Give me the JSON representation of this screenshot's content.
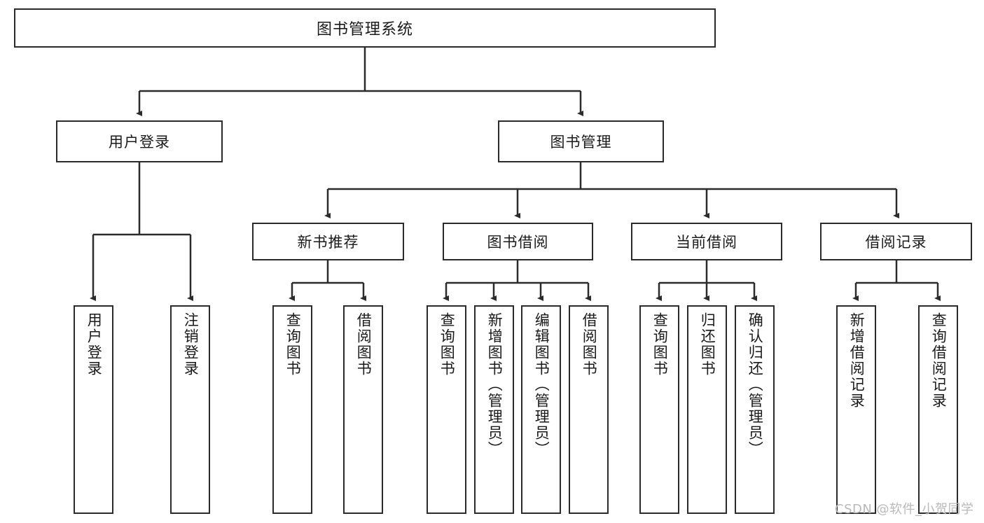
{
  "diagram": {
    "title": "图书管理系统",
    "type": "tree-structure-chart",
    "watermark": "CSDN @软件_小贺同学",
    "root": {
      "label": "图书管理系统"
    },
    "level1": [
      {
        "label": "用户登录"
      },
      {
        "label": "图书管理"
      }
    ],
    "level2": [
      {
        "label": "新书推荐"
      },
      {
        "label": "图书借阅"
      },
      {
        "label": "当前借阅"
      },
      {
        "label": "借阅记录"
      }
    ],
    "leaves": {
      "user_login": [
        {
          "label": "用户登录"
        },
        {
          "label": "注销登录"
        }
      ],
      "new_book_recommend": [
        {
          "label": "查询图书"
        },
        {
          "label": "借阅图书"
        }
      ],
      "book_borrow": [
        {
          "label": "查询图书"
        },
        {
          "label": "新增图书（管理员）"
        },
        {
          "label": "编辑图书（管理员）"
        },
        {
          "label": "借阅图书"
        }
      ],
      "current_borrow": [
        {
          "label": "查询图书"
        },
        {
          "label": "归还图书"
        },
        {
          "label": "确认归还（管理员）"
        }
      ],
      "borrow_record": [
        {
          "label": "新增借阅记录"
        },
        {
          "label": "查询借阅记录"
        }
      ]
    },
    "colors": {
      "stroke": "#2b2b2b",
      "fill": "#ffffff",
      "text": "#1a1a1a",
      "watermark": "#b9b9b9"
    }
  }
}
